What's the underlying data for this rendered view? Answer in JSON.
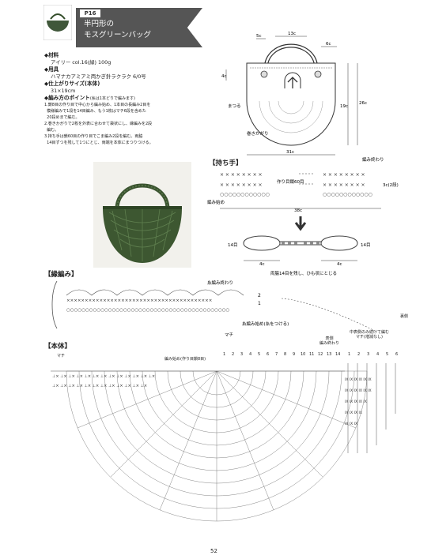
{
  "header": {
    "tag": "P16",
    "title_line1": "半円形の",
    "title_line2": "モスグリーンバッグ"
  },
  "materials": {
    "materials_head": "◆材料",
    "materials_value": "アイリー col.16(緑) 100g",
    "tools_head": "◆用具",
    "tools_value": "ハマナカアミアミ両かぎ針ラクラク 6/0号",
    "size_head": "◆仕上がりサイズ(本体)",
    "size_value": "31×19cm",
    "points_head": "◆編み方のポイント",
    "points_note": "(糸は1本どりで編みます)",
    "points": [
      "1.鎖8目の作り目で中心から編み始め、1本目の長編み2目を",
      "  模様編みで1段を14目編み、もう1枚はマチ6段を含めた",
      "  20段めまで編む。",
      "2.巻きかがりで2枚を外表に合わせて袋状にし、縁編みを2段",
      "  編む。",
      "3.持ち手は鎖60目の作り目でこま編み2段を編む。両脇",
      "  14目ずつを残して1つにとじ、両端を本体にまつりつける。"
    ]
  },
  "bag_diagram": {
    "dims": [
      "5c",
      "13c",
      "6c",
      "4c",
      "26c",
      "19c",
      "31c"
    ],
    "labels": {
      "matsuri": "まつる",
      "makikagari": "巻きかがり"
    }
  },
  "handle": {
    "title": "【持ち手】",
    "end_label": "編み終わり",
    "start_label": "編み始め",
    "foundation": "作り目鎖60目",
    "height": "3c(2段)",
    "width": "38c",
    "side_left": "14目",
    "side_right": "14目",
    "loop_dim_left": "4c",
    "loop_dim_right": "4c",
    "caption": "両脇14目を残し、ひも状にとじる"
  },
  "edging": {
    "title": "【縁編み】",
    "end_label": "糸編み終わり",
    "row2": "2",
    "row1": "1",
    "start_label": "糸編み始め(糸をつける)",
    "gusset": "マチ"
  },
  "body": {
    "title": "【本体】",
    "gusset": "マチ",
    "start_note": "編み始め(作り目鎖8目)",
    "front_end": "表側\n編み終わり",
    "gusset_note": "中表側のみ続けて編む\nマチ(増減なし)",
    "back_side": "裏側",
    "row_numbers": [
      "1",
      "2",
      "3",
      "4",
      "5",
      "6",
      "7",
      "8",
      "9",
      "10",
      "11",
      "12",
      "13",
      "14"
    ],
    "gusset_rows": [
      "1",
      "2",
      "3",
      "4",
      "5",
      "6"
    ]
  },
  "footer": {
    "page": "52"
  }
}
